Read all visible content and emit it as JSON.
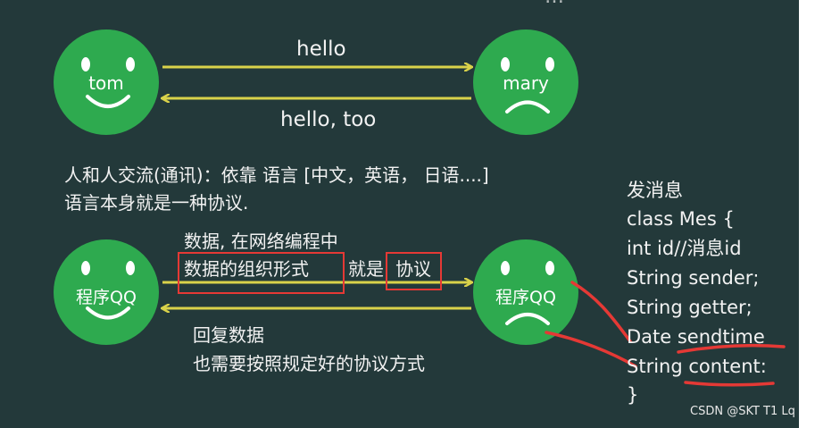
{
  "colors": {
    "board": "#23393a",
    "face": "#2eaa4f",
    "arrow": "#d9d24a",
    "highlight": "#e53935",
    "text": "#f2f2f2"
  },
  "top_partial_text": "…",
  "faces": {
    "tom": "tom",
    "mary": "mary",
    "qq_left": "程序QQ",
    "qq_right": "程序QQ"
  },
  "arrows": {
    "hello": "hello",
    "hello_too": "hello, too"
  },
  "communication": {
    "line1": "人和人交流(通讯)：依靠 语言 [中文，英语， 日语....]",
    "line2": "语言本身就是一种协议."
  },
  "network_note": {
    "line1": "数据, 在网络编程中",
    "line2_boxed": "数据的组织形式",
    "line2_middle": "就是",
    "line2_boxed_2": "协议"
  },
  "reply_note": {
    "line1": "回复数据",
    "line2": "也需要按照规定好的协议方式"
  },
  "message_class": {
    "heading": "发消息",
    "lines": [
      "class Mes {",
      "int id//消息id",
      "String sender;",
      "String getter;",
      "Date sendtime",
      "String content:",
      "}"
    ]
  },
  "watermark": "CSDN @SKT T1 Lq"
}
